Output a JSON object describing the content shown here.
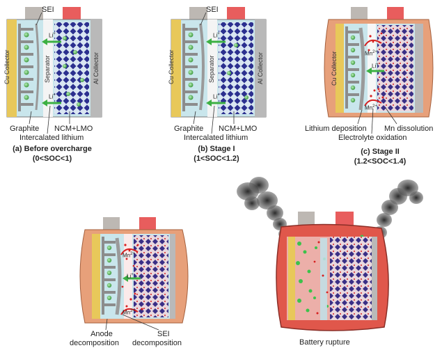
{
  "labels": {
    "sei": "SEI",
    "separator": "Separator",
    "cu_collector": "Cu Collector",
    "al_collector": "Al Collector",
    "li_ion": "Li",
    "li_plus": "+",
    "mn": "Mn",
    "mn_charge": "2+",
    "graphite": "Graphite",
    "ncm_lmo": "NCM+LMO",
    "intercalated_lithium": "Intercalated lithium",
    "lithium_deposition": "Lithium deposition",
    "mn_dissolution": "Mn dissolution",
    "electrolyte_oxidation": "Electrolyte oxidation",
    "anode_decomposition_1": "Anode",
    "anode_decomposition_2": "decomposition",
    "sei_decomposition_1": "SEI",
    "sei_decomposition_2": "decomposition",
    "battery_rupture": "Battery rupture"
  },
  "captions": {
    "a_title": "(a) Before overcharge",
    "a_range": "(0<SOC<1)",
    "b_title": "(b) Stage I",
    "b_range": "(1<SOC<1.2)",
    "c_title": "(c) Stage II",
    "c_range": "(1.2<SOC<1.4)"
  },
  "colors": {
    "cu_collector": "#e8c85a",
    "electrolyte": "#c9e6ec",
    "separator": "#f4f4f4",
    "graphite_layer": "#8c8c8c",
    "cathode_crystal": "#2b2f8f",
    "li_sphere": "#4fb24f",
    "li_arrow": "#3cb043",
    "al_collector": "#b9b9b9",
    "negative_tab": "#bdb8b3",
    "positive_tab": "#e85d5d",
    "swollen_case": "#e7a07a",
    "mn_particle": "#d62020",
    "rupture_case": "#e0574b",
    "smoke": "#3a3a3a"
  }
}
